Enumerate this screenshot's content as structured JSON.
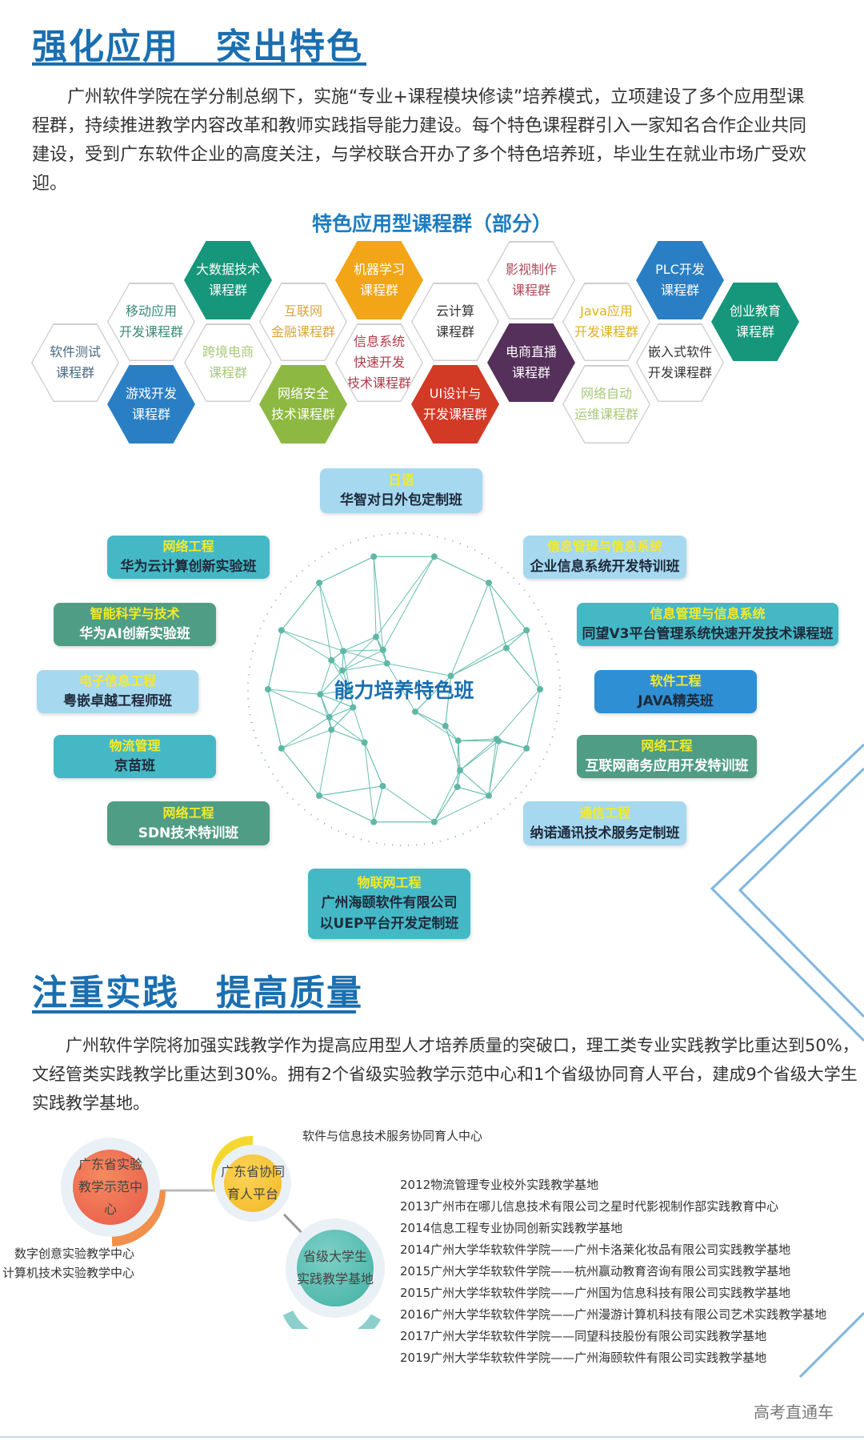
{
  "section1": {
    "title": "强化应用　突出特色",
    "paragraph": "广州软件学院在学分制总纲下，实施“专业+课程模块修读”培养模式，立项建设了多个应用型课程群，持续推进教学内容改革和教师实践指导能力建设。每个特色课程群引入一家知名合作企业共同建设，受到广东软件企业的高度关注，与学校联合开办了多个特色培养班，毕业生在就业市场广受欢迎。",
    "subtitle": "特色应用型课程群（部分）",
    "hexes": [
      {
        "l1": "软件测试",
        "l2": "课程群",
        "fill": "#ffffff",
        "color": "#4a6a80"
      },
      {
        "l1": "移动应用",
        "l2": "开发课程群",
        "fill": "#ffffff",
        "color": "#3a8a78"
      },
      {
        "l1": "游戏开发",
        "l2": "课程群",
        "fill": "#2a7fc4",
        "color": "#ffffff"
      },
      {
        "l1": "大数据技术",
        "l2": "课程群",
        "fill": "#16967a",
        "color": "#ffffff"
      },
      {
        "l1": "跨境电商",
        "l2": "课程群",
        "fill": "#ffffff",
        "color": "#a8c878"
      },
      {
        "l1": "互联网",
        "l2": "金融课程群",
        "fill": "#ffffff",
        "color": "#d9a640"
      },
      {
        "l1": "网络安全",
        "l2": "技术课程群",
        "fill": "#8db842",
        "color": "#ffffff"
      },
      {
        "l1": "机器学习",
        "l2": "课程群",
        "fill": "#f2a516",
        "color": "#ffffff"
      },
      {
        "l1": "信息系统",
        "l2": "快速开发",
        "l3": "技术课程群",
        "fill": "#ffffff",
        "color": "#b03a48"
      },
      {
        "l1": "云计算",
        "l2": "课程群",
        "fill": "#ffffff",
        "color": "#333333"
      },
      {
        "l1": "UI设计与",
        "l2": "开发课程群",
        "fill": "#d23a26",
        "color": "#ffffff"
      },
      {
        "l1": "影视制作",
        "l2": "课程群",
        "fill": "#ffffff",
        "color": "#b04a58"
      },
      {
        "l1": "电商直播",
        "l2": "课程群",
        "fill": "#55305a",
        "color": "#ffffff"
      },
      {
        "l1": "Java应用",
        "l2": "开发课程群",
        "fill": "#ffffff",
        "color": "#e0b020"
      },
      {
        "l1": "网络自动",
        "l2": "运维课程群",
        "fill": "#ffffff",
        "color": "#a8c878"
      },
      {
        "l1": "PLC开发",
        "l2": "课程群",
        "fill": "#2a7fc4",
        "color": "#ffffff"
      },
      {
        "l1": "嵌入式软件",
        "l2": "开发课程群",
        "fill": "#ffffff",
        "color": "#333333"
      },
      {
        "l1": "创业教育",
        "l2": "课程群",
        "fill": "#16967a",
        "color": "#ffffff"
      }
    ],
    "sphere_label": "能力培养特色班",
    "classes": [
      {
        "major": "日语",
        "name": "华智对日外包定制班",
        "style": "lb"
      },
      {
        "major": "网络工程",
        "name": "华为云计算创新实验班",
        "style": "tl"
      },
      {
        "major": "信息管理与信息系统",
        "name": "企业信息系统开发特训班",
        "style": "lb"
      },
      {
        "major": "智能科学与技术",
        "name": "华为AI创新实验班",
        "style": "gr"
      },
      {
        "major": "信息管理与信息系统",
        "name": "同望V3平台管理系统快速开发技术课程班",
        "style": "tl"
      },
      {
        "major": "电子信息工程",
        "name": "粤嵌卓越工程师班",
        "style": "lb"
      },
      {
        "major": "软件工程",
        "name": "JAVA精英班",
        "style": "bl"
      },
      {
        "major": "物流管理",
        "name": "京苗班",
        "style": "tl"
      },
      {
        "major": "网络工程",
        "name": "互联网商务应用开发特训班",
        "style": "gr"
      },
      {
        "major": "网络工程",
        "name": "SDN技术特训班",
        "style": "gr"
      },
      {
        "major": "通信工程",
        "name": "纳诺通讯技术服务定制班",
        "style": "lb"
      },
      {
        "major": "物联网工程",
        "name": "广州海颐软件有限公司",
        "name2": "以UEP平台开发定制班",
        "style": "tl"
      }
    ]
  },
  "section2": {
    "title": "注重实践　提高质量",
    "paragraph": "广州软件学院将加强实践教学作为提高应用型人才培养质量的突破口，理工类专业实践教学比重达到50%，文经管类实践教学比重达到30%。拥有2个省级实验教学示范中心和1个省级协同育人平台，建成9个省级大学生实践教学基地。",
    "nodes": [
      {
        "l1": "广东省实验",
        "l2": "教学示范中心"
      },
      {
        "l1": "广东省协同",
        "l2": "育人平台"
      },
      {
        "l1": "省级大学生",
        "l2": "实践教学基地"
      }
    ],
    "platform_item": "软件与信息技术服务协同育人中心",
    "centers": [
      "数字创意实验教学中心",
      "计算机技术实验教学中心"
    ],
    "bases": [
      "2012物流管理专业校外实践教学基地",
      "2013广州市在哪儿信息技术有限公司之星时代影视制作部实践教育中心",
      "2014信息工程专业协同创新实践教学基地",
      "2014广州大学华软软件学院——广州卡洛莱化妆品有限公司实践教学基地",
      "2015广州大学华软软件学院——杭州赢动教育咨询有限公司实践教学基地",
      "2015广州大学华软软件学院——广州国为信息科技有限公司实践教学基地",
      "2016广州大学华软软件学院——广州漫游计算机科技有限公司艺术实践教学基地",
      "2017广州大学华软软件学院——同望科技股份有限公司实践教学基地",
      "2019广州大学华软软件学院——广州海颐软件有限公司实践教学基地"
    ]
  },
  "watermark": "高考直通车",
  "colors": {
    "title_blue": "#1a6fb0",
    "label_yellow": "#f5ea2a",
    "net_teal": "#6bbfb0"
  }
}
